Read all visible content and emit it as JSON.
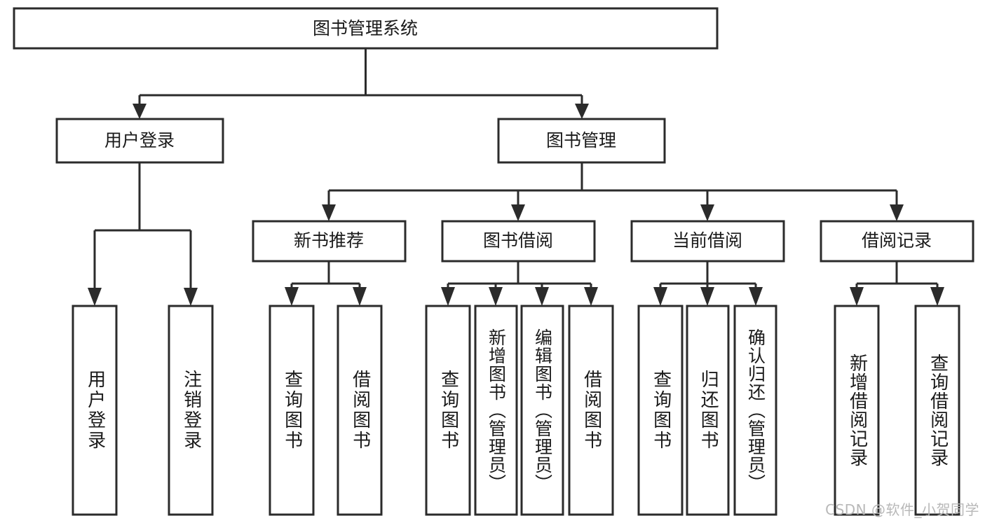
{
  "diagram": {
    "title": "图书管理系统",
    "type": "tree-hierarchy-diagram",
    "root": {
      "label": "图书管理系统"
    },
    "level1": [
      {
        "label": "用户登录"
      },
      {
        "label": "图书管理"
      }
    ],
    "level2": [
      {
        "label": "新书推荐",
        "parent": "图书管理"
      },
      {
        "label": "图书借阅",
        "parent": "图书管理"
      },
      {
        "label": "当前借阅",
        "parent": "图书管理"
      },
      {
        "label": "借阅记录",
        "parent": "图书管理"
      }
    ],
    "leaves": {
      "user_login": [
        {
          "label": "用户登录"
        },
        {
          "label": "注销登录"
        }
      ],
      "new_book_recommend": [
        {
          "label": "查询图书"
        },
        {
          "label": "借阅图书"
        }
      ],
      "book_borrow": [
        {
          "label": "查询图书"
        },
        {
          "label": "新增图书（管理员）"
        },
        {
          "label": "编辑图书（管理员）"
        },
        {
          "label": "借阅图书"
        }
      ],
      "current_borrow": [
        {
          "label": "查询图书"
        },
        {
          "label": "归还图书"
        },
        {
          "label": "确认归还（管理员）"
        }
      ],
      "borrow_record": [
        {
          "label": "新增借阅记录"
        },
        {
          "label": "查询借阅记录"
        }
      ]
    },
    "watermark": "CSDN @软件_小贺同学",
    "colors": {
      "stroke": "#2b2b2b",
      "fill": "#ffffff",
      "text": "#1a1a1a",
      "watermark": "#b8b8b8",
      "background": "#ffffff"
    }
  }
}
